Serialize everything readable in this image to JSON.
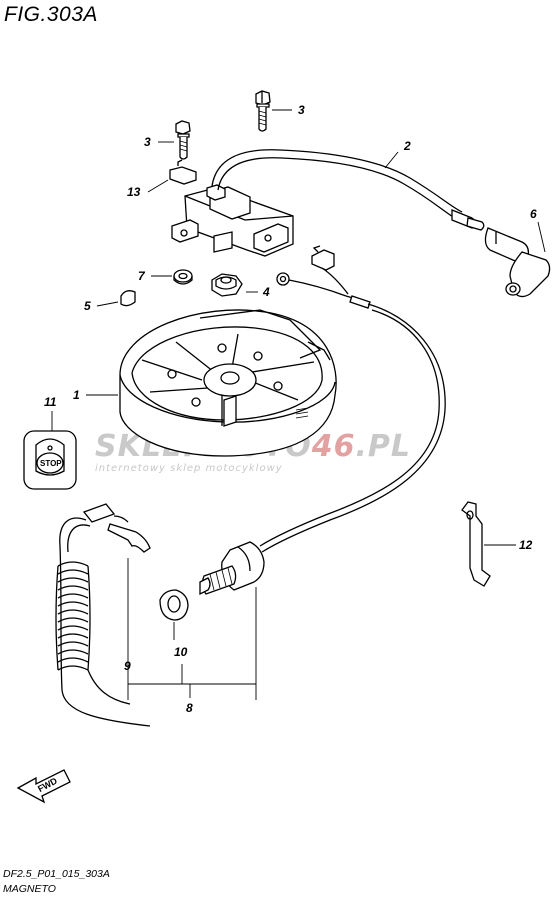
{
  "figure": {
    "title": "FIG.303A",
    "code": "DF2.5_P01_015_303A",
    "name": "MAGNETO"
  },
  "callouts": {
    "c1": "1",
    "c2": "2",
    "c3a": "3",
    "c3b": "3",
    "c4": "4",
    "c5": "5",
    "c6": "6",
    "c7": "7",
    "c8": "8",
    "c9": "9",
    "c10": "10",
    "c11": "11",
    "c12": "12",
    "c13": "13"
  },
  "stop_label": "STOP",
  "fwd_label": "FWD",
  "watermark": {
    "brand_a": "SKLEP",
    "brand_b": "MOTO",
    "brand_c": "46",
    "brand_d": ".PL",
    "tagline": "internetowy sklep motocyklowy",
    "colors": {
      "grey": "#c9c9c9",
      "red": "#e3a2a2"
    }
  }
}
